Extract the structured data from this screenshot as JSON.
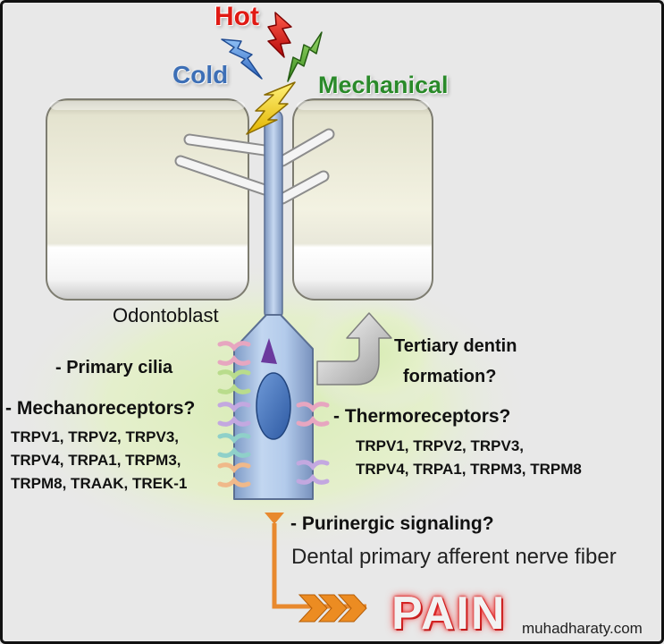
{
  "stimuli": {
    "hot": "Hot",
    "cold": "Cold",
    "mechanical": "Mechanical"
  },
  "cell_label": "Odontoblast",
  "left_panel": {
    "cilia": "- Primary cilia",
    "mechanoreceptors": "- Mechanoreceptors?",
    "channels": [
      "TRPV1, TRPV2, TRPV3,",
      "TRPV4, TRPA1, TRPM3,",
      "TRPM8, TRAAK, TREK-1"
    ]
  },
  "right_panel": {
    "tertiary": [
      "Tertiary dentin",
      "formation?"
    ],
    "thermoreceptors": "- Thermoreceptors?",
    "channels": [
      "TRPV1, TRPV2, TRPV3,",
      "TRPV4, TRPA1, TRPM3, TRPM8"
    ]
  },
  "purinergic": "- Purinergic signaling?",
  "nerve_fiber": "Dental primary afferent nerve fiber",
  "outcome": "PAIN",
  "watermark": "muhadharaty.com",
  "colors": {
    "hot": "#e01a14",
    "cold": "#3d6fb6",
    "mechanical": "#2a8a2a",
    "nerve": "#e8892e",
    "cell": "#a9c3e6",
    "nucleus": "#3f6eb5",
    "pain_glow": "#e02020"
  },
  "icons": [
    "hot-bolt-icon",
    "cold-bolt-icon",
    "mechanical-bolt-icon",
    "yellow-bolt-icon",
    "curved-arrow-icon",
    "chevron-arrows-icon"
  ]
}
